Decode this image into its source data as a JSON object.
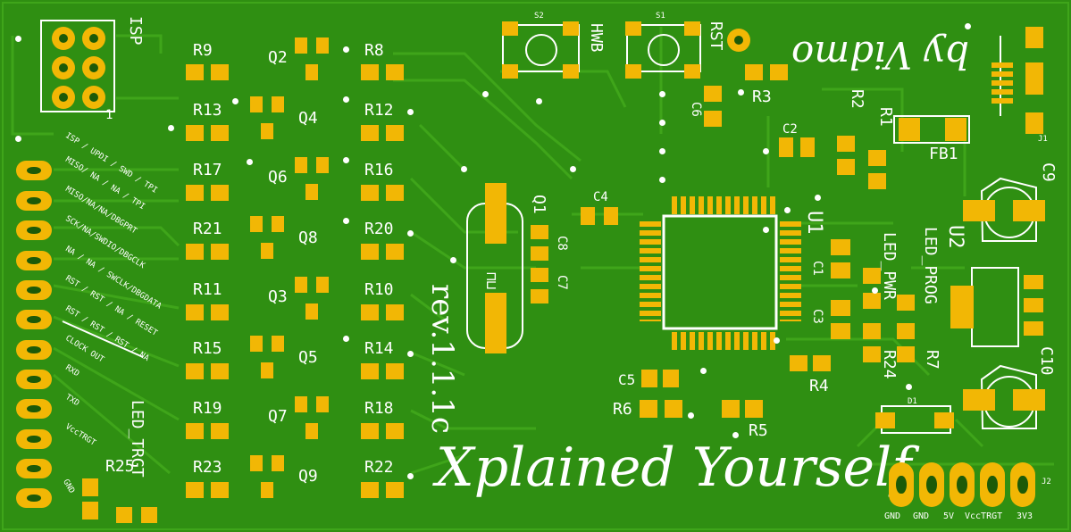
{
  "board": {
    "colors": {
      "board": "#2f8f12",
      "trace": "#3fa51a",
      "pad": "#f2b705",
      "silk": "#ffffff"
    },
    "author": "by Vidmo",
    "title": "Xplained Yourself",
    "revision": "rev.1.1.1c",
    "isp": {
      "label": "ISP",
      "pin1": "1"
    },
    "buttons": {
      "s2": "S2",
      "s1": "S1",
      "hwb": "HWB",
      "rst": "RST"
    },
    "pin_functions": [
      "ISP / UPDI / SWD / TPI",
      "MISO/ NA / NA / TPI",
      "MISO/NA/NA/DBGPRT",
      "SCK/NA/SWDIO/DBGCLK",
      "NA / NA / SWCLK/DBGDATA",
      "RST / RST / NA / RESET",
      "RST / RST / RST / NA",
      "CLOCK OUT",
      "RXD",
      "TXD",
      "VccTRGT",
      "GND"
    ],
    "refs": {
      "r9": "R9",
      "r8": "R8",
      "r13": "R13",
      "r12": "R12",
      "r17": "R17",
      "r16": "R16",
      "r21": "R21",
      "r20": "R20",
      "r11": "R11",
      "r10": "R10",
      "r15": "R15",
      "r14": "R14",
      "r19": "R19",
      "r18": "R18",
      "r23": "R23",
      "r22": "R22",
      "r25": "R25",
      "q2": "Q2",
      "q4": "Q4",
      "q6": "Q6",
      "q8": "Q8",
      "q3": "Q3",
      "q5": "Q5",
      "q7": "Q7",
      "q9": "Q9",
      "q1": "Q1",
      "c4": "C4",
      "c8": "C8",
      "c7": "C7",
      "c6": "C6",
      "r3": "R3",
      "c2": "C2",
      "r2": "R2",
      "r1": "R1",
      "fb1": "FB1",
      "j1": "J1",
      "c9": "C9",
      "u2": "U2",
      "u1": "U1",
      "c1": "C1",
      "c3": "C3",
      "c5": "C5",
      "r6": "R6",
      "r4": "R4",
      "r5": "R5",
      "led_pwr": "LED_PWR",
      "led_prog": "LED_PROG",
      "r24": "R24",
      "r7": "R7",
      "c10": "C10",
      "d1": "D1",
      "j2": "J2",
      "led_trgt": "LED_TRGT"
    },
    "power_pins": [
      "GND",
      "GND",
      "5V",
      "VccTRGT",
      "3V3"
    ]
  }
}
